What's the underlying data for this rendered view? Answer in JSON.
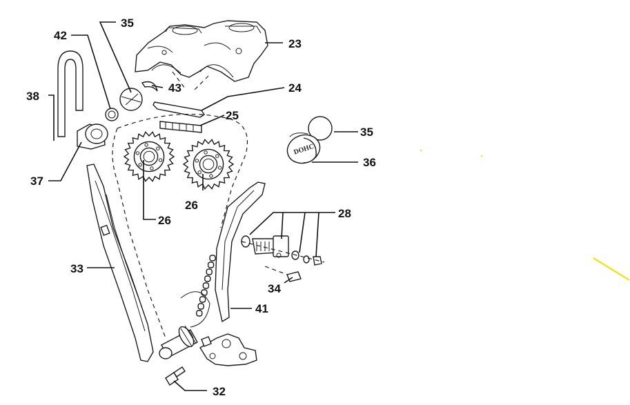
{
  "diagram": {
    "labels": [
      {
        "id": "lbl-35-top",
        "text": "35"
      },
      {
        "id": "lbl-42",
        "text": "42"
      },
      {
        "id": "lbl-23",
        "text": "23"
      },
      {
        "id": "lbl-38",
        "text": "38"
      },
      {
        "id": "lbl-43",
        "text": "43"
      },
      {
        "id": "lbl-24",
        "text": "24"
      },
      {
        "id": "lbl-25",
        "text": "25"
      },
      {
        "id": "lbl-35-right",
        "text": "35"
      },
      {
        "id": "lbl-36",
        "text": "36"
      },
      {
        "id": "lbl-37",
        "text": "37"
      },
      {
        "id": "lbl-26-left",
        "text": "26"
      },
      {
        "id": "lbl-26-center",
        "text": "26"
      },
      {
        "id": "lbl-28",
        "text": "28"
      },
      {
        "id": "lbl-33",
        "text": "33"
      },
      {
        "id": "lbl-34",
        "text": "34"
      },
      {
        "id": "lbl-41",
        "text": "41"
      },
      {
        "id": "lbl-32",
        "text": "32"
      }
    ],
    "cap_stamp": "DOHC",
    "accent_color": "#f2e21a"
  }
}
